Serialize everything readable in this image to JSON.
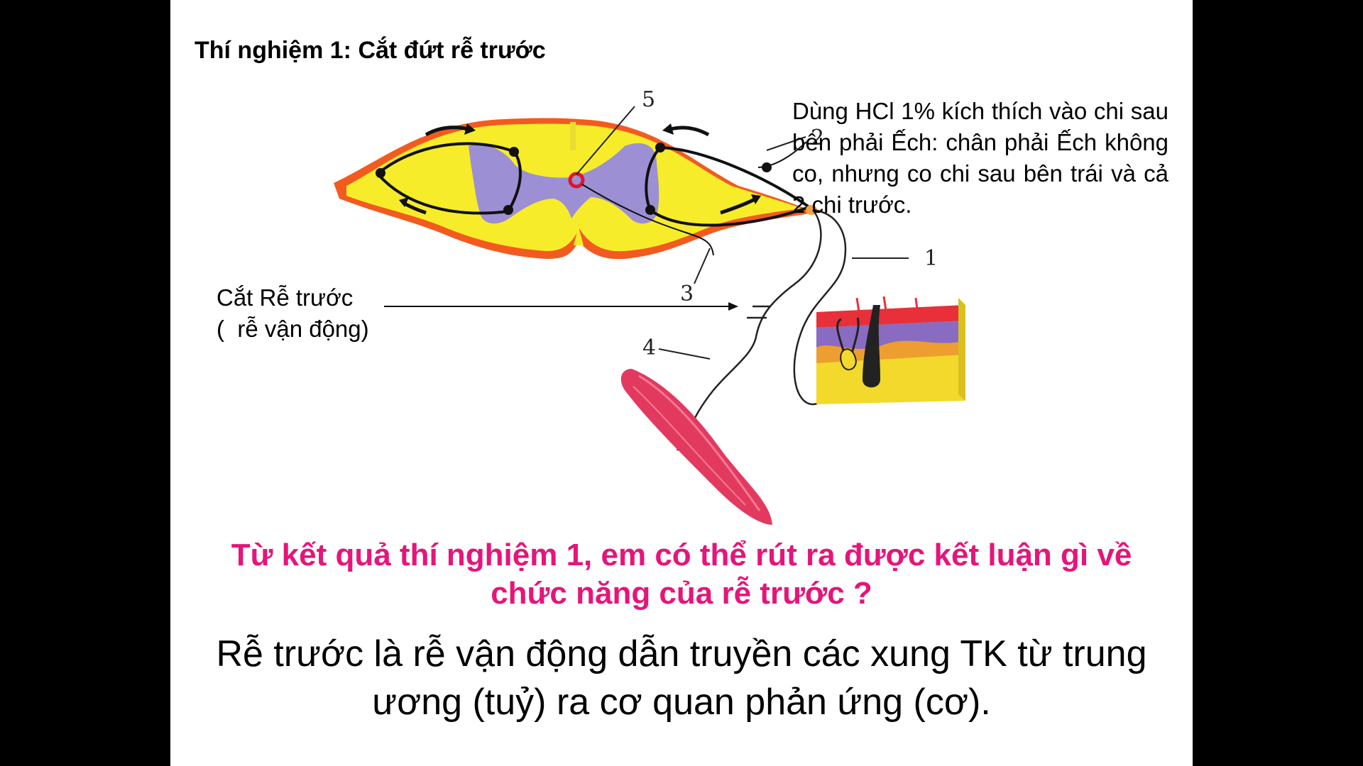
{
  "slide": {
    "title": "Thí nghiệm 1: Cắt đứt rễ trước",
    "description": "Dùng HCl 1% kích thích vào chi sau bên phải Ếch: chân phải Ếch không co, nhưng co chi sau bên trái và cả 2 chi trước.",
    "cut_label": "Cắt Rễ trước\n(  rễ vận động)",
    "question": "Từ kết quả thí nghiệm 1, em có thể rút ra được kết luận gì về chức năng của rễ trước ?",
    "answer": "Rễ trước là rễ vận động dẫn truyền các xung TK từ trung ương (tuỷ) ra cơ quan phản ứng (cơ)."
  },
  "diagram": {
    "labels": {
      "n1": "1",
      "n2": "2",
      "n3": "3",
      "n4": "4",
      "n5": "5"
    },
    "colors": {
      "white_matter": "#f7ec2a",
      "grey_matter": "#9c8fd4",
      "outer_edge": "#f25a1f",
      "nerve": "#111111",
      "muscle": "#e23a5e",
      "skin_epidermis": "#e8303a",
      "skin_dermis": "#f2d92b",
      "skin_layer_purple": "#8a6bc2"
    }
  }
}
